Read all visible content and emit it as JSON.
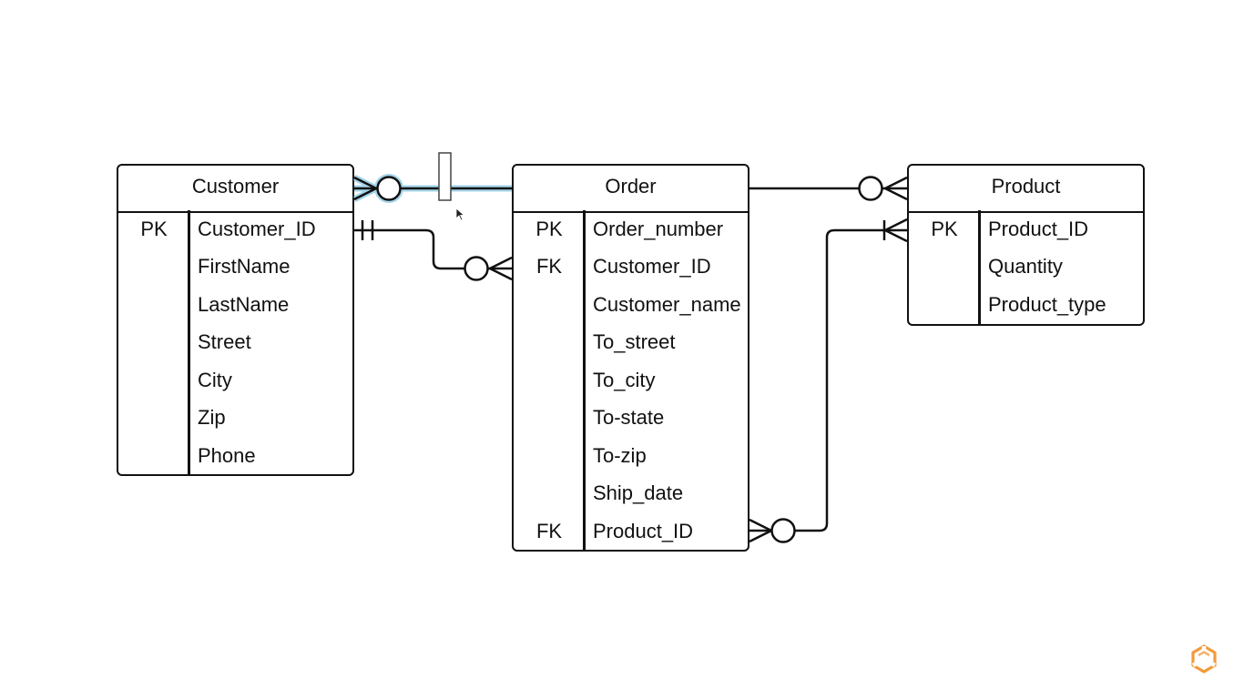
{
  "diagram": {
    "entities": {
      "customer": {
        "title": "Customer",
        "rows": [
          {
            "key": "PK",
            "field": "Customer_ID"
          },
          {
            "key": "",
            "field": "FirstName"
          },
          {
            "key": "",
            "field": "LastName"
          },
          {
            "key": "",
            "field": "Street"
          },
          {
            "key": "",
            "field": "City"
          },
          {
            "key": "",
            "field": "Zip"
          },
          {
            "key": "",
            "field": "Phone"
          }
        ]
      },
      "order": {
        "title": "Order",
        "rows": [
          {
            "key": "PK",
            "field": "Order_number"
          },
          {
            "key": "FK",
            "field": "Customer_ID"
          },
          {
            "key": "",
            "field": "Customer_name"
          },
          {
            "key": "",
            "field": "To_street"
          },
          {
            "key": "",
            "field": "To_city"
          },
          {
            "key": "",
            "field": "To-state"
          },
          {
            "key": "",
            "field": "To-zip"
          },
          {
            "key": "",
            "field": "Ship_date"
          },
          {
            "key": "FK",
            "field": "Product_ID"
          }
        ]
      },
      "product": {
        "title": "Product",
        "rows": [
          {
            "key": "PK",
            "field": "Product_ID"
          },
          {
            "key": "",
            "field": "Quantity"
          },
          {
            "key": "",
            "field": "Product_type"
          }
        ]
      }
    },
    "relationships": [
      {
        "from": "Customer",
        "to": "Order",
        "from_end": "zero-or-many",
        "to_end": "none",
        "selected": true
      },
      {
        "from": "Customer.Customer_ID",
        "to": "Order.Customer_ID",
        "from_end": "one-and-only-one",
        "to_end": "zero-or-many",
        "selected": false
      },
      {
        "from": "Order",
        "to": "Product",
        "from_end": "none",
        "to_end": "zero-or-many",
        "selected": false
      },
      {
        "from": "Order.Product_ID",
        "to": "Product.Product_ID",
        "from_end": "zero-or-many",
        "to_end": "one-or-many",
        "selected": false
      }
    ],
    "colors": {
      "line": "#111111",
      "selection": "#5bb4d8",
      "logo": "#f39a3b"
    },
    "icons": [
      "mouse-cursor-icon",
      "brand-logo-icon"
    ]
  }
}
